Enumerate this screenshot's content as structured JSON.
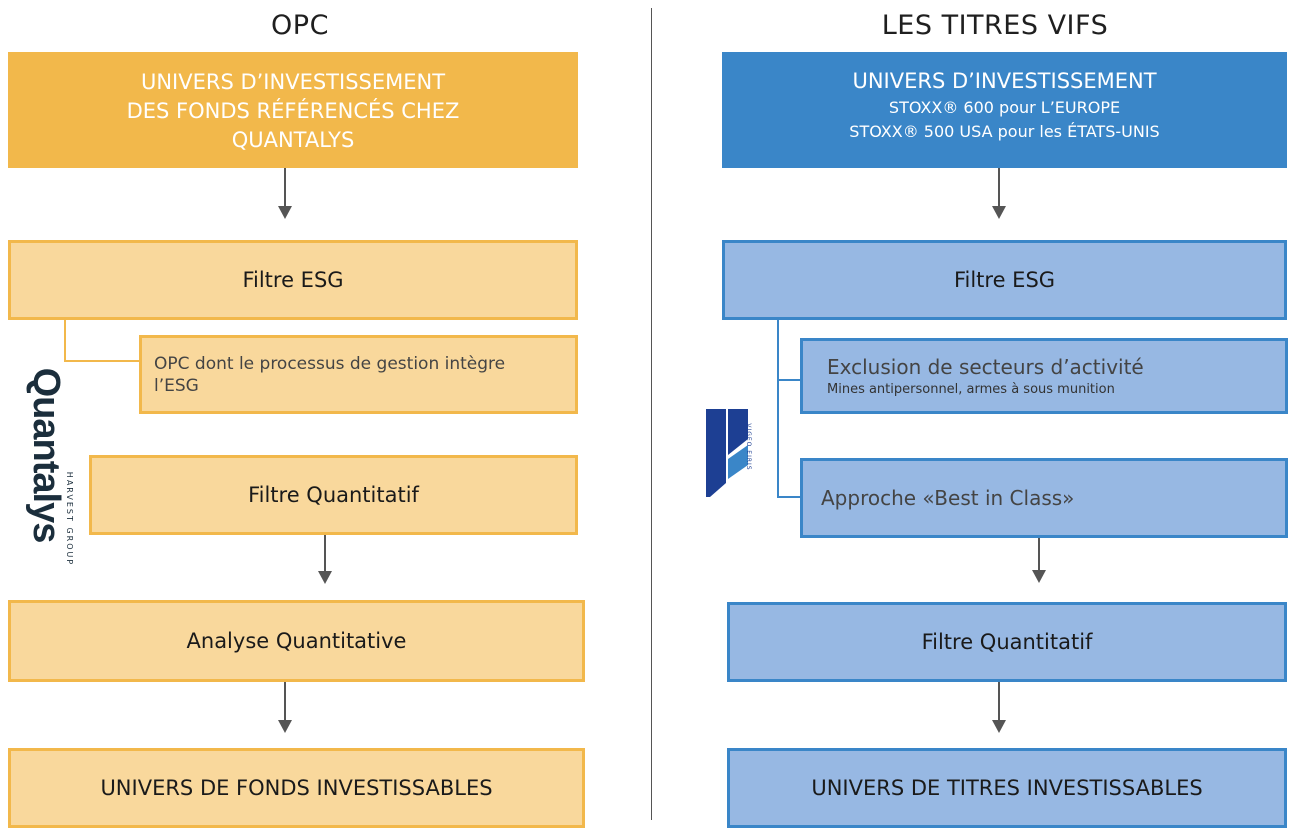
{
  "left": {
    "title": "OPC",
    "top_box": [
      "UNIVERS D’INVESTISSEMENT",
      "DES FONDS RÉFÉRENCÉS CHEZ",
      "QUANTALYS"
    ],
    "filtre_esg": "Filtre ESG",
    "esg_detail": "OPC dont le processus de gestion intègre l’ESG",
    "filtre_quantitatif": "Filtre Quantitatif",
    "analyse_quantitative": "Analyse Quantitative",
    "final": "UNIVERS DE FONDS INVESTISSABLES",
    "logo": {
      "name": "Quantalys",
      "sub": "HARVEST GROUP",
      "color": "#1b2e3c"
    }
  },
  "right": {
    "title": "LES TITRES VIFS",
    "top_box": {
      "heading": "UNIVERS D’INVESTISSEMENT",
      "line1": "STOXX® 600 pour L’EUROPE",
      "line2": "STOXX® 500 USA pour les ÉTATS-UNIS"
    },
    "filtre_esg": "Filtre ESG",
    "exclusion_title": "Exclusion de secteurs d’activité",
    "exclusion_detail": "Mines antipersonnel, armes à sous munition",
    "best_in_class": "Approche «Best in Class»",
    "filtre_quantitatif": "Filtre Quantitatif",
    "final": "UNIVERS DE TITRES INVESTISSABLES",
    "logo": {
      "name": "VIGEO EIRIS",
      "color": "#1d3f93"
    }
  },
  "colors": {
    "orange_dark": "#f2b84b",
    "orange_light": "#f9d89c",
    "blue_dark": "#3a86c8",
    "blue_light": "#97b8e3",
    "line": "#555555"
  }
}
